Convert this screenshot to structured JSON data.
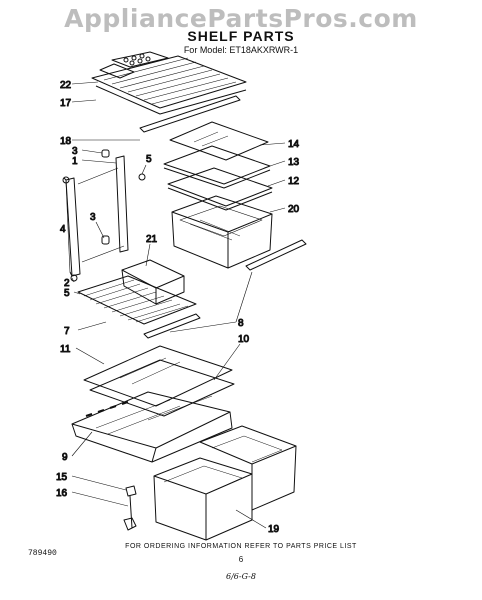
{
  "watermark": "AppliancePartsPros.com",
  "header": {
    "title": "SHELF PARTS",
    "subtitle": "For Model: ET18AKXRWR-1"
  },
  "callouts": {
    "c22": "22",
    "c17": "17",
    "c18": "18",
    "c3a": "3",
    "c1": "1",
    "c5a": "5",
    "c14": "14",
    "c13": "13",
    "c12": "12",
    "c20": "20",
    "c4": "4",
    "c3b": "3",
    "c21": "21",
    "c2": "2",
    "c5b": "5",
    "c7": "7",
    "c8": "8",
    "c10": "10",
    "c11": "11",
    "c9": "9",
    "c15": "15",
    "c16": "16",
    "c19": "19"
  },
  "footer": {
    "doc_number": "789490",
    "order_info": "FOR ORDERING INFORMATION REFER TO PARTS PRICE LIST",
    "page": "6",
    "handwritten_note": "6/6-G-8"
  }
}
